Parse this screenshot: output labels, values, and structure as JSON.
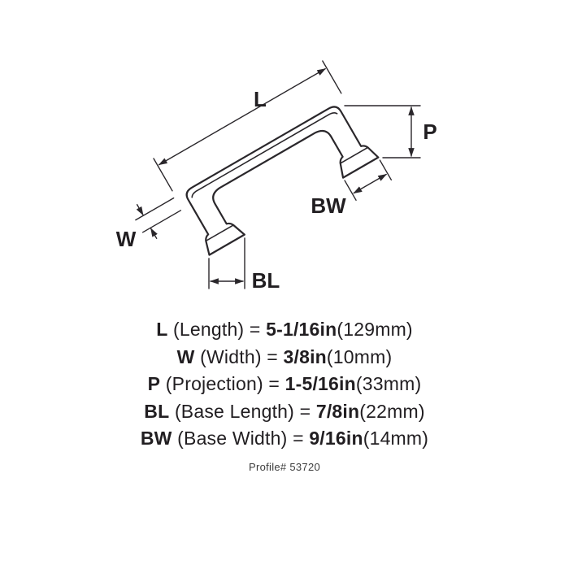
{
  "diagram": {
    "labels": {
      "L": "L",
      "P": "P",
      "BW": "BW",
      "W": "W",
      "BL": "BL"
    }
  },
  "specs": [
    {
      "abbr": "L",
      "label": " (Length) = ",
      "value": "5-1/16in",
      "metric": "(129mm)"
    },
    {
      "abbr": "W",
      "label": " (Width) = ",
      "value": "3/8in",
      "metric": "(10mm)"
    },
    {
      "abbr": "P",
      "label": " (Projection) = ",
      "value": "1-5/16in",
      "metric": "(33mm)"
    },
    {
      "abbr": "BL",
      "label": " (Base Length) = ",
      "value": "7/8in",
      "metric": "(22mm)"
    },
    {
      "abbr": "BW",
      "label": " (Base Width) = ",
      "value": "9/16in",
      "metric": "(14mm)"
    }
  ],
  "profile": "Profile# 53720",
  "colors": {
    "line": "#2a272b",
    "text": "#211e21"
  }
}
